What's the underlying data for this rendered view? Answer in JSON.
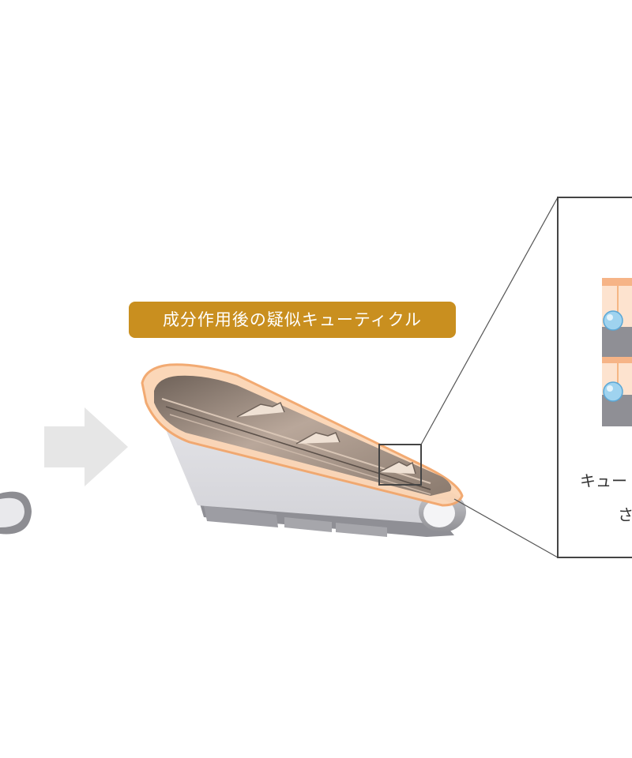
{
  "label": {
    "text": "成分作用後の疑似キューティクル"
  },
  "zoom_panel": {
    "caption_line1": "キュー",
    "caption_line2": "さ"
  },
  "colors": {
    "badge": "#c98f1f",
    "arrow": "#e6e6e6",
    "orange_glow": "#f2a66b",
    "cuticle_dark": "#8c7b70",
    "hair_gray": "#cfcfd4",
    "molecule_blue": "#9fd3ef",
    "outline": "#333333"
  },
  "icons": [
    "right-arrow-icon",
    "molecule-icon"
  ]
}
